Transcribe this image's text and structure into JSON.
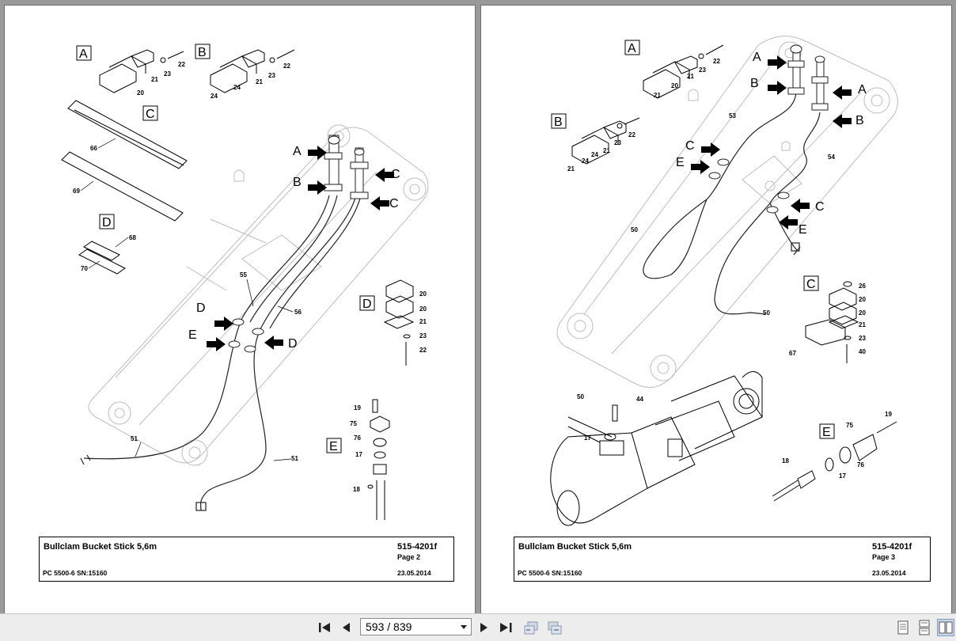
{
  "left_page": {
    "title": "Bullclam Bucket Stick 5,6m",
    "model": "PC 5500-6 SN:15160",
    "doc_number": "515-4201f",
    "page_label": "Page 2",
    "date": "23.05.2014",
    "callouts": {
      "a_top": "A",
      "b_top": "B",
      "c_top": "C",
      "d_top": "D",
      "e_top": "E",
      "n20": "20",
      "n21": "21",
      "n22": "22",
      "n23": "23",
      "b_n22": "22",
      "b_n21": "21",
      "b_n23": "23",
      "b_n24a": "24",
      "b_n24b": "24",
      "n66": "66",
      "n69": "69",
      "n68": "68",
      "n70": "70",
      "arr_a": "A",
      "arr_b": "B",
      "arr_c1": "C",
      "arr_c2": "C",
      "arr_d1": "D",
      "arr_d2": "D",
      "arr_e": "E",
      "n55": "55",
      "n56": "56",
      "n51a": "51",
      "n51b": "51",
      "d20a": "20",
      "d20b": "20",
      "d21": "21",
      "d23": "23",
      "d22": "22",
      "e19": "19",
      "e75": "75",
      "e76": "76",
      "e17": "17",
      "e18": "18"
    }
  },
  "right_page": {
    "title": "Bullclam Bucket Stick 5,6m",
    "model": "PC 5500-6 SN:15160",
    "doc_number": "515-4201f",
    "page_label": "Page 3",
    "date": "23.05.2014",
    "callouts": {
      "a_top": "A",
      "b_top": "B",
      "c_top": "C",
      "e_top": "E",
      "a22": "22",
      "a23": "23",
      "a21a": "21",
      "a20": "20",
      "a21b": "21",
      "b22": "22",
      "b23": "23",
      "b21a": "21",
      "b24a": "24",
      "b24b": "24",
      "b21b": "21",
      "arr_a1": "A",
      "arr_b1": "B",
      "arr_a2": "A",
      "arr_b2": "B",
      "arr_c1": "C",
      "arr_e1": "E",
      "arr_c2": "C",
      "arr_e2": "E",
      "n53": "53",
      "n54": "54",
      "n50a": "50",
      "n50b": "50",
      "c26": "26",
      "c20a": "20",
      "c20b": "20",
      "c21": "21",
      "c23": "23",
      "c40": "40",
      "c67": "67",
      "n50c": "50",
      "n44": "44",
      "n17": "17",
      "e19": "19",
      "e75": "75",
      "e18": "18",
      "e76": "76",
      "e17": "17"
    }
  },
  "toolbar": {
    "current_page": "593",
    "separator": "/",
    "total_pages": "839",
    "icons": [
      "first-page-icon",
      "previous-page-icon",
      "next-page-icon",
      "last-page-icon",
      "previous-view-icon",
      "next-view-icon",
      "single-page-view-icon",
      "continuous-view-icon",
      "two-page-view-icon"
    ]
  }
}
